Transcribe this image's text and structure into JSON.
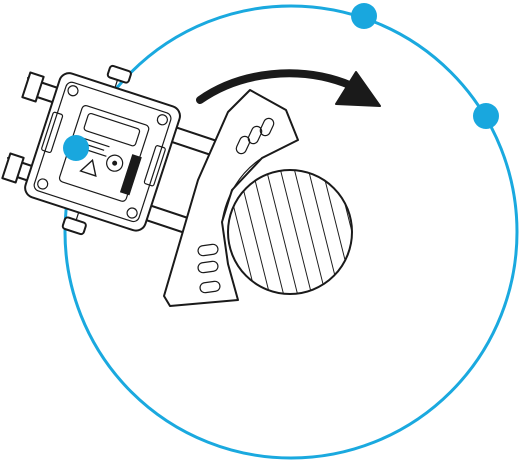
{
  "diagram": {
    "colors": {
      "orbit": "#1aa9df",
      "marker": "#19a7de",
      "ink": "#1a1a1a",
      "background": "#ffffff"
    },
    "device": {
      "label_text": "",
      "icons": [
        "warning-triangle-icon",
        "knob-icon"
      ]
    },
    "arrow": {
      "direction": "clockwise"
    },
    "markers": [
      {
        "name": "marker-top"
      },
      {
        "name": "marker-right"
      },
      {
        "name": "marker-device"
      }
    ]
  }
}
